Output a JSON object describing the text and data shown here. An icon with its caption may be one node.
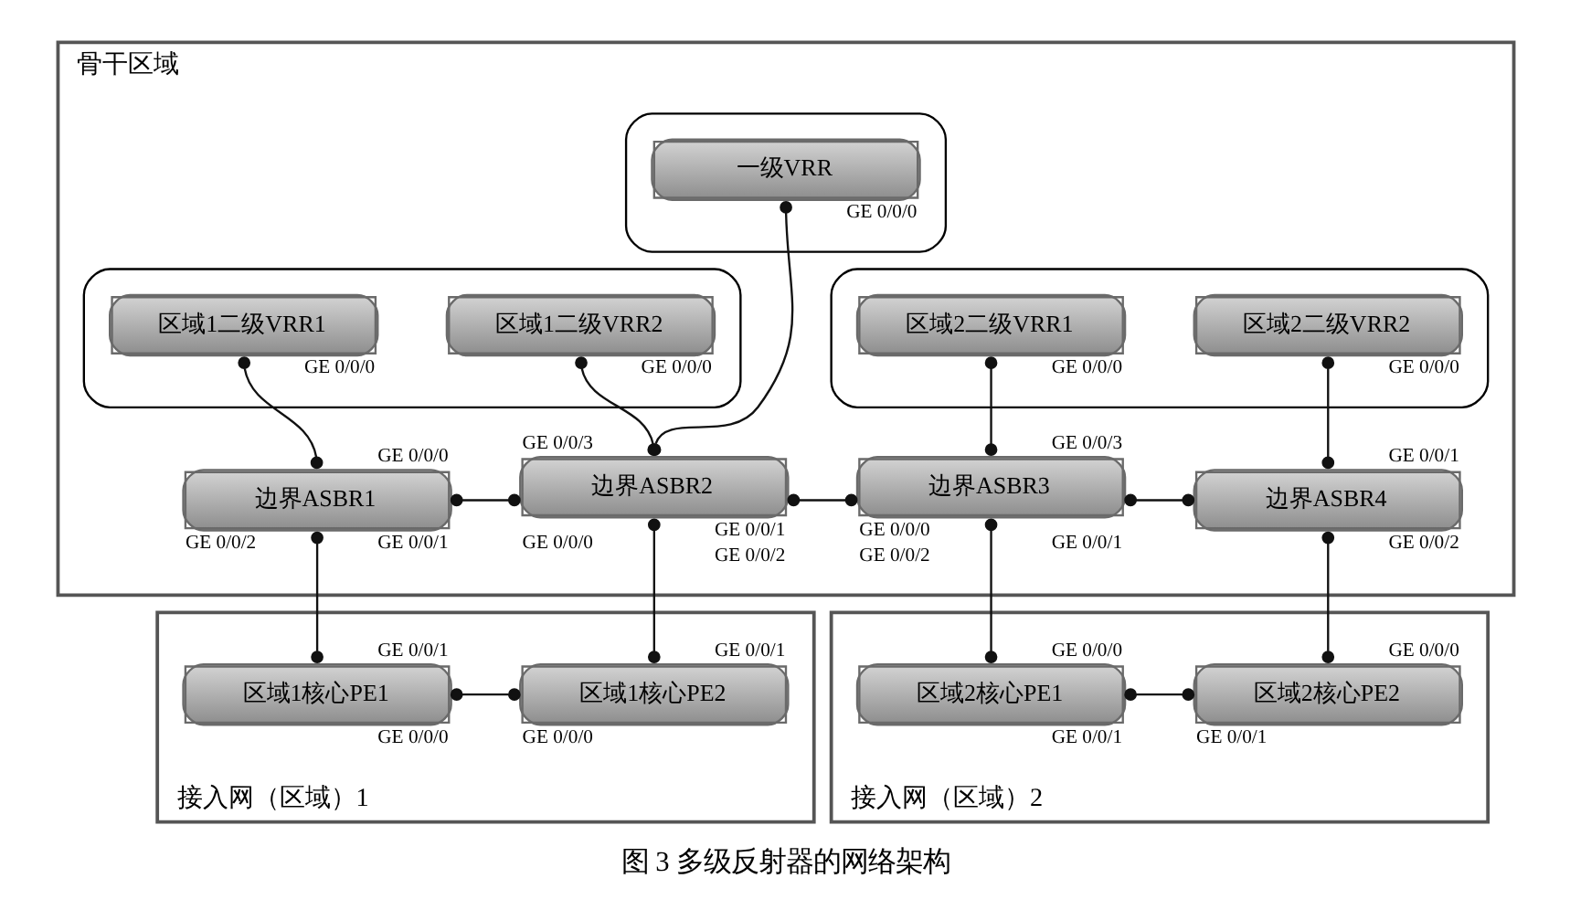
{
  "diagram": {
    "caption": "图 3 多级反射器的网络架构",
    "nodes": [
      {
        "text": [
          "骨干区域"
        ]
      },
      {
        "text": [],
        "shape": "ellipse",
        "in": 0
      },
      {
        "text": [
          "一级VRR"
        ],
        "in": 1,
        "beside": [
          "GE 0/0/0"
        ]
      },
      {
        "text": [],
        "shape": "ellipse",
        "in": 0
      },
      {
        "text": [
          "区域1二级VRR1"
        ],
        "in": 3,
        "beside": [
          "GE 0/0/0"
        ]
      },
      {
        "text": [
          "区域1二级VRR2"
        ],
        "in": 3,
        "beside": [
          "GE 0/0/0"
        ]
      },
      {
        "text": [],
        "shape": "ellipse",
        "in": 0
      },
      {
        "text": [
          "区域2二级VRR1"
        ],
        "in": 6,
        "beside": [
          "GE 0/0/0"
        ]
      },
      {
        "text": [
          "区域2二级VRR2"
        ],
        "in": 6,
        "beside": [
          "GE 0/0/0"
        ]
      },
      {
        "text": [
          "边界ASBR1"
        ],
        "in": 0,
        "beside": [
          "GE 0/0/0",
          "GE 0/0/1",
          "GE 0/0/2"
        ]
      },
      {
        "text": [
          "边界ASBR2"
        ],
        "in": 0,
        "beside": [
          "GE 0/0/3",
          "GE 0/0/0",
          "GE 0/0/1",
          "GE 0/0/2"
        ]
      },
      {
        "text": [
          "边界ASBR3"
        ],
        "in": 0,
        "beside": [
          "GE 0/0/3",
          "GE 0/0/0",
          "GE 0/0/1",
          "GE 0/0/2"
        ]
      },
      {
        "text": [
          "边界ASBR4"
        ],
        "in": 0,
        "beside": [
          "GE 0/0/1",
          "GE 0/0/2"
        ]
      },
      {
        "text": [
          "接入网（区域）1"
        ]
      },
      {
        "text": [
          "区域1核心PE1"
        ],
        "in": 13,
        "beside": [
          "GE 0/0/1",
          "GE 0/0/0"
        ]
      },
      {
        "text": [
          "区域1核心PE2"
        ],
        "in": 13,
        "beside": [
          "GE 0/0/1",
          "GE 0/0/0"
        ]
      },
      {
        "text": [
          "接入网（区域）2"
        ]
      },
      {
        "text": [
          "区域2核心PE1"
        ],
        "in": 16,
        "beside": [
          "GE 0/0/0",
          "GE 0/0/1"
        ]
      },
      {
        "text": [
          "区域2核心PE2"
        ],
        "in": 16,
        "beside": [
          "GE 0/0/0",
          "GE 0/0/1"
        ]
      }
    ],
    "edges": [
      {
        "from": 2,
        "to": 10,
        "arrow": "other"
      },
      {
        "from": 4,
        "to": 9,
        "arrow": "other"
      },
      {
        "from": 5,
        "to": 10,
        "arrow": "other"
      },
      {
        "from": 7,
        "to": 11,
        "arrow": "other"
      },
      {
        "from": 8,
        "to": 12,
        "arrow": "other"
      },
      {
        "from": 9,
        "to": 10,
        "arrow": "other"
      },
      {
        "from": 10,
        "to": 11,
        "arrow": "other"
      },
      {
        "from": 11,
        "to": 12,
        "arrow": "other"
      },
      {
        "from": 9,
        "to": 14,
        "arrow": "other"
      },
      {
        "from": 10,
        "to": 15,
        "arrow": "other"
      },
      {
        "from": 11,
        "to": 17,
        "arrow": "other"
      },
      {
        "from": 12,
        "to": 18,
        "arrow": "other"
      },
      {
        "from": 14,
        "to": 15,
        "arrow": "other"
      },
      {
        "from": 17,
        "to": 18,
        "arrow": "other"
      }
    ]
  }
}
